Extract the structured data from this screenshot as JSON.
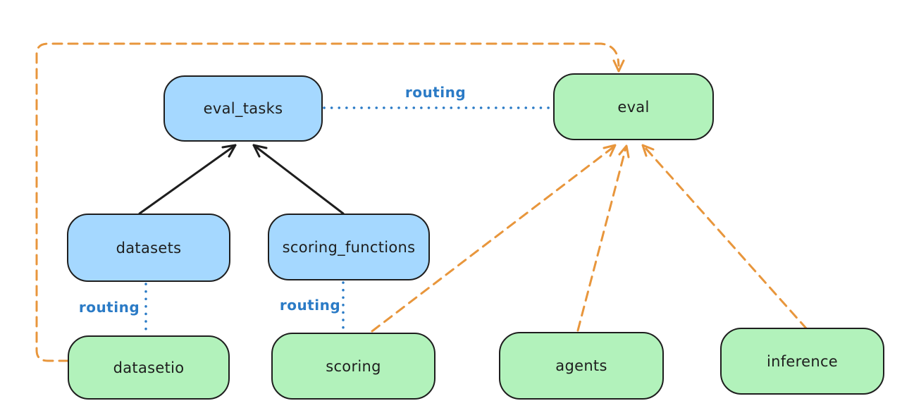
{
  "diagram": {
    "background": "#ffffff",
    "colors": {
      "node_blue_fill": "#a5d8ff",
      "node_green_fill": "#b2f2bb",
      "node_border": "#1e1e1e",
      "black_arrow": "#1e1e1e",
      "routing_blue": "#2b7bc6",
      "orange_dashed": "#e8963c"
    },
    "nodes": {
      "eval_tasks": {
        "label": "eval_tasks",
        "fill": "#a5d8ff"
      },
      "eval": {
        "label": "eval",
        "fill": "#b2f2bb"
      },
      "datasets": {
        "label": "datasets",
        "fill": "#a5d8ff"
      },
      "scoring_functions": {
        "label": "scoring_functions",
        "fill": "#a5d8ff"
      },
      "datasetio": {
        "label": "datasetio",
        "fill": "#b2f2bb"
      },
      "scoring": {
        "label": "scoring",
        "fill": "#b2f2bb"
      },
      "agents": {
        "label": "agents",
        "fill": "#b2f2bb"
      },
      "inference": {
        "label": "inference",
        "fill": "#b2f2bb"
      }
    },
    "edge_labels": {
      "eval_tasks_to_eval": "routing",
      "datasets_to_datasetio": "routing",
      "scoring_functions_to_scoring": "routing"
    },
    "edges": [
      {
        "from": "datasets",
        "to": "eval_tasks",
        "style": "solid",
        "color": "#1e1e1e",
        "arrow": true
      },
      {
        "from": "scoring_functions",
        "to": "eval_tasks",
        "style": "solid",
        "color": "#1e1e1e",
        "arrow": true
      },
      {
        "from": "eval_tasks",
        "to": "eval",
        "style": "dotted",
        "color": "#2b7bc6",
        "label": "routing",
        "arrow": false
      },
      {
        "from": "datasets",
        "to": "datasetio",
        "style": "dotted",
        "color": "#2b7bc6",
        "label": "routing",
        "arrow": false
      },
      {
        "from": "scoring_functions",
        "to": "scoring",
        "style": "dotted",
        "color": "#2b7bc6",
        "label": "routing",
        "arrow": false
      },
      {
        "from": "datasetio",
        "to": "eval",
        "style": "dashed",
        "color": "#e8963c",
        "arrow": true
      },
      {
        "from": "scoring",
        "to": "eval",
        "style": "dashed",
        "color": "#e8963c",
        "arrow": true
      },
      {
        "from": "agents",
        "to": "eval",
        "style": "dashed",
        "color": "#e8963c",
        "arrow": true
      },
      {
        "from": "inference",
        "to": "eval",
        "style": "dashed",
        "color": "#e8963c",
        "arrow": true
      }
    ]
  }
}
